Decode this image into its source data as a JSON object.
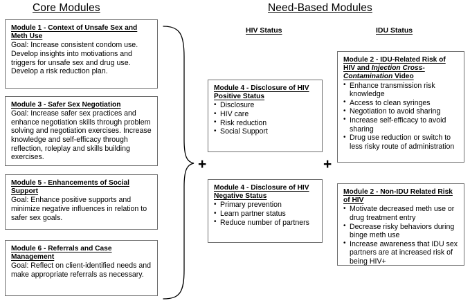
{
  "diagram": {
    "headings": {
      "core": "Core Modules",
      "need_based": "Need-Based Modules",
      "hiv_status": "HIV Status",
      "idu_status": "IDU Status"
    },
    "connectors": {
      "plus_left": "+",
      "plus_right": "+",
      "brace": "curly-brace"
    },
    "core_modules": [
      {
        "id": "module-1",
        "title": "Module 1 - Context of Unsafe Sex and Meth Use",
        "body": "Goal: Increase consistent condom use. Develop insights into motivations and triggers for unsafe sex and drug use. Develop a risk reduction plan."
      },
      {
        "id": "module-3",
        "title": "Module 3 - Safer Sex Negotiation",
        "body": "Goal: Increase safer sex practices and enhance negotiation skills through problem solving and negotiation exercises. Increase knowledge and self-efficacy through reflection, roleplay and skills building exercises."
      },
      {
        "id": "module-5",
        "title": "Module 5 - Enhancements of Social Support",
        "body": "Goal: Enhance positive supports and minimize negative influences in relation to safer sex goals."
      },
      {
        "id": "module-6",
        "title": "Module 6 - Referrals and Case Management",
        "body": "Goal: Reflect on client-identified needs and make appropriate referrals as necessary."
      }
    ],
    "hiv_status_modules": [
      {
        "id": "module-4-positive",
        "title": "Module 4 - Disclosure of HIV Positive Status",
        "bullets": [
          "Disclosure",
          "HIV care",
          "Risk reduction",
          "Social Support"
        ]
      },
      {
        "id": "module-4-negative",
        "title": "Module 4 - Disclosure of HIV Negative Status",
        "bullets": [
          "Primary prevention",
          "Learn partner status",
          "Reduce number of partners"
        ]
      }
    ],
    "idu_status_modules": [
      {
        "id": "module-2-idu",
        "title_part1": "Module 2 - IDU-Related Risk of HIV and ",
        "title_italic": "Injection Cross-Contamination",
        "title_part2": " Video",
        "bullets": [
          "Enhance transmission risk knowledge",
          "Access to clean syringes",
          "Negotiation to avoid sharing",
          "Increase self-efficacy to avoid sharing",
          "Drug use reduction or switch to less risky route of administration"
        ]
      },
      {
        "id": "module-2-non-idu",
        "title": "Module 2 - Non-IDU Related Risk of HIV",
        "bullets": [
          "Motivate decreased meth use or drug treatment entry",
          "Decrease risky behaviors during binge meth use",
          "Increase awareness that IDU sex partners are at increased risk of being HIV+"
        ]
      }
    ],
    "colors": {
      "background": "#ffffff",
      "text": "#000000",
      "border": "#6d6d6d"
    }
  }
}
